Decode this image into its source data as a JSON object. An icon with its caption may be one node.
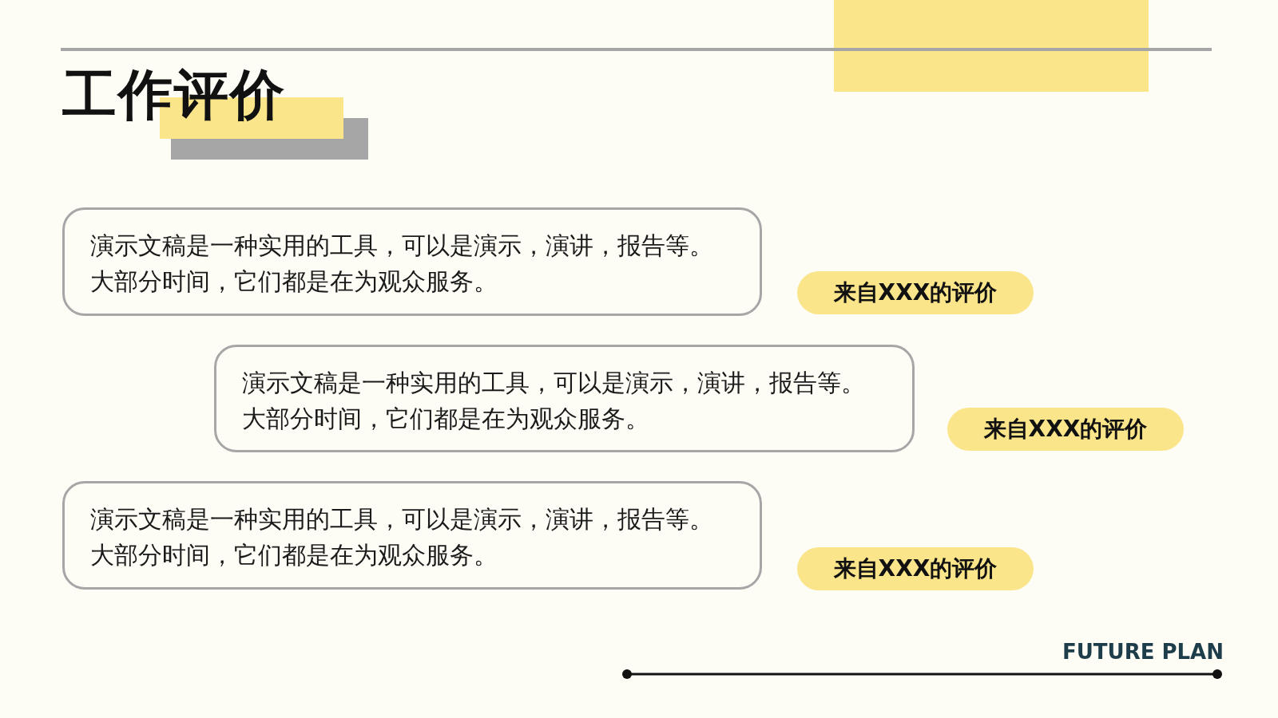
{
  "diagram": {
    "title": "工作评价",
    "nodes": [
      {
        "text": [
          "演示文稿是一种实用的工具，可以是演示，演讲，报告等。大部分时间，它们都是在为观众服务。"
        ]
      },
      {
        "text": [
          "来自XXX的评价"
        ]
      },
      {
        "text": [
          "演示文稿是一种实用的工具，可以是演示，演讲，报告等。大部分时间，它们都是在为观众服务。"
        ]
      },
      {
        "text": [
          "来自XXX的评价"
        ]
      },
      {
        "text": [
          "演示文稿是一种实用的工具，可以是演示，演讲，报告等。大部分时间，它们都是在为观众服务。"
        ]
      },
      {
        "text": [
          "来自XXX的评价"
        ]
      }
    ],
    "labels": [
      "FUTURE PLAN"
    ]
  }
}
